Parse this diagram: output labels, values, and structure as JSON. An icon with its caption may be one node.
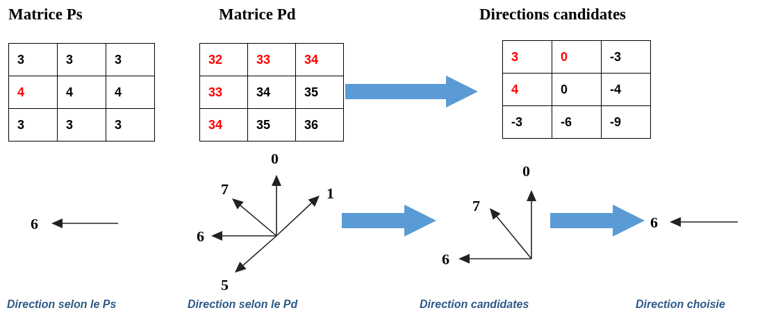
{
  "diagram": {
    "nodes": [
      {
        "text": [
          "Matrice Ps"
        ]
      },
      {
        "text": [
          "Matrice Pd"
        ]
      },
      {
        "text": [
          "Directions candidates"
        ]
      },
      {
        "text": [],
        "shape": "picture"
      },
      {
        "text": [],
        "shape": "picture"
      },
      {
        "text": [],
        "shape": "picture"
      },
      {
        "text": [],
        "shape": "picture"
      }
    ],
    "edges": [
      {
        "from": 1,
        "to": 2,
        "arrow": "to"
      },
      {
        "from": 4,
        "to": 5,
        "arrow": "to"
      },
      {
        "from": 5,
        "to": 6,
        "arrow": "to"
      }
    ],
    "labels": [
      "3",
      "3",
      "3",
      "4",
      "4",
      "4",
      "3",
      "3",
      "3",
      "32",
      "33",
      "34",
      "33",
      "34",
      "35",
      "34",
      "35",
      "36",
      "3",
      "0",
      "-3",
      "4",
      "0",
      "-4",
      "-3",
      "-6",
      "-9",
      "6",
      "0",
      "7",
      "1",
      "6",
      "5",
      "0",
      "7",
      "6",
      "6",
      "Direction selon le Ps",
      "Direction selon le Pd",
      "Direction candidates",
      "Direction choisie"
    ]
  }
}
